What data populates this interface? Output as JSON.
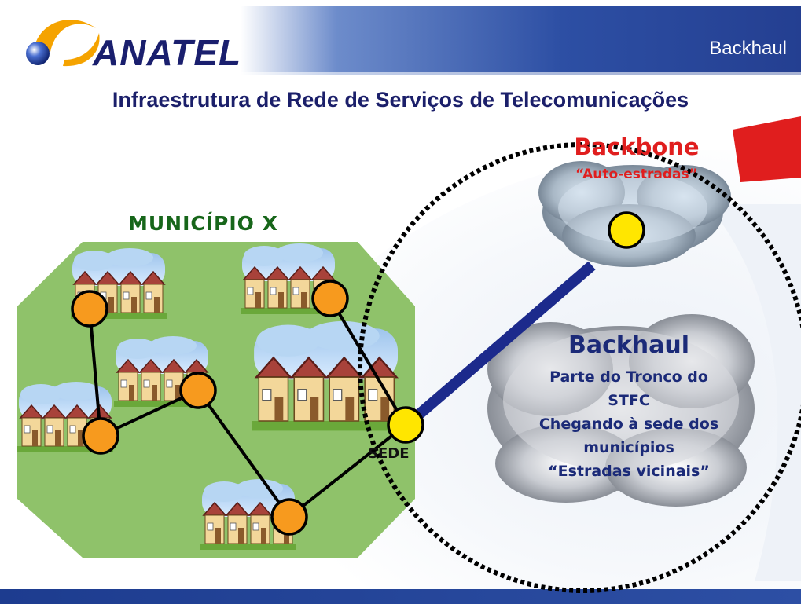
{
  "header": {
    "logo_text": "ANATEL",
    "section_title": "Backhaul"
  },
  "main_title": "Infraestrutura de Rede de Serviços de Telecomunicações",
  "municipio_label": "MUNICÍPIO X",
  "backbone": {
    "title": "Backbone",
    "subtitle": "“Auto-estradas”"
  },
  "backhaul": {
    "title": "Backhaul",
    "lines": [
      "Parte do Tronco do",
      "STFC",
      "Chegando à sede dos",
      "municípios",
      "“Estradas vicinais”"
    ]
  },
  "sede_label": "SEDE",
  "colors": {
    "header_blue": "#1d3c8f",
    "municipio_green": "#8fc26a",
    "node_orange": "#f79a1e",
    "node_yellow": "#ffe600",
    "link_blue": "#1c2a8c",
    "backbone_red": "#e01e1e",
    "text_navy": "#1b1f6a"
  },
  "nodes": [
    {
      "id": "house-a",
      "type": "village"
    },
    {
      "id": "house-b",
      "type": "village"
    },
    {
      "id": "house-c",
      "type": "village"
    },
    {
      "id": "house-d",
      "type": "village"
    },
    {
      "id": "house-e",
      "type": "village"
    },
    {
      "id": "house-f",
      "type": "village"
    },
    {
      "id": "sede",
      "type": "seat"
    },
    {
      "id": "backbone",
      "type": "backbone"
    }
  ]
}
